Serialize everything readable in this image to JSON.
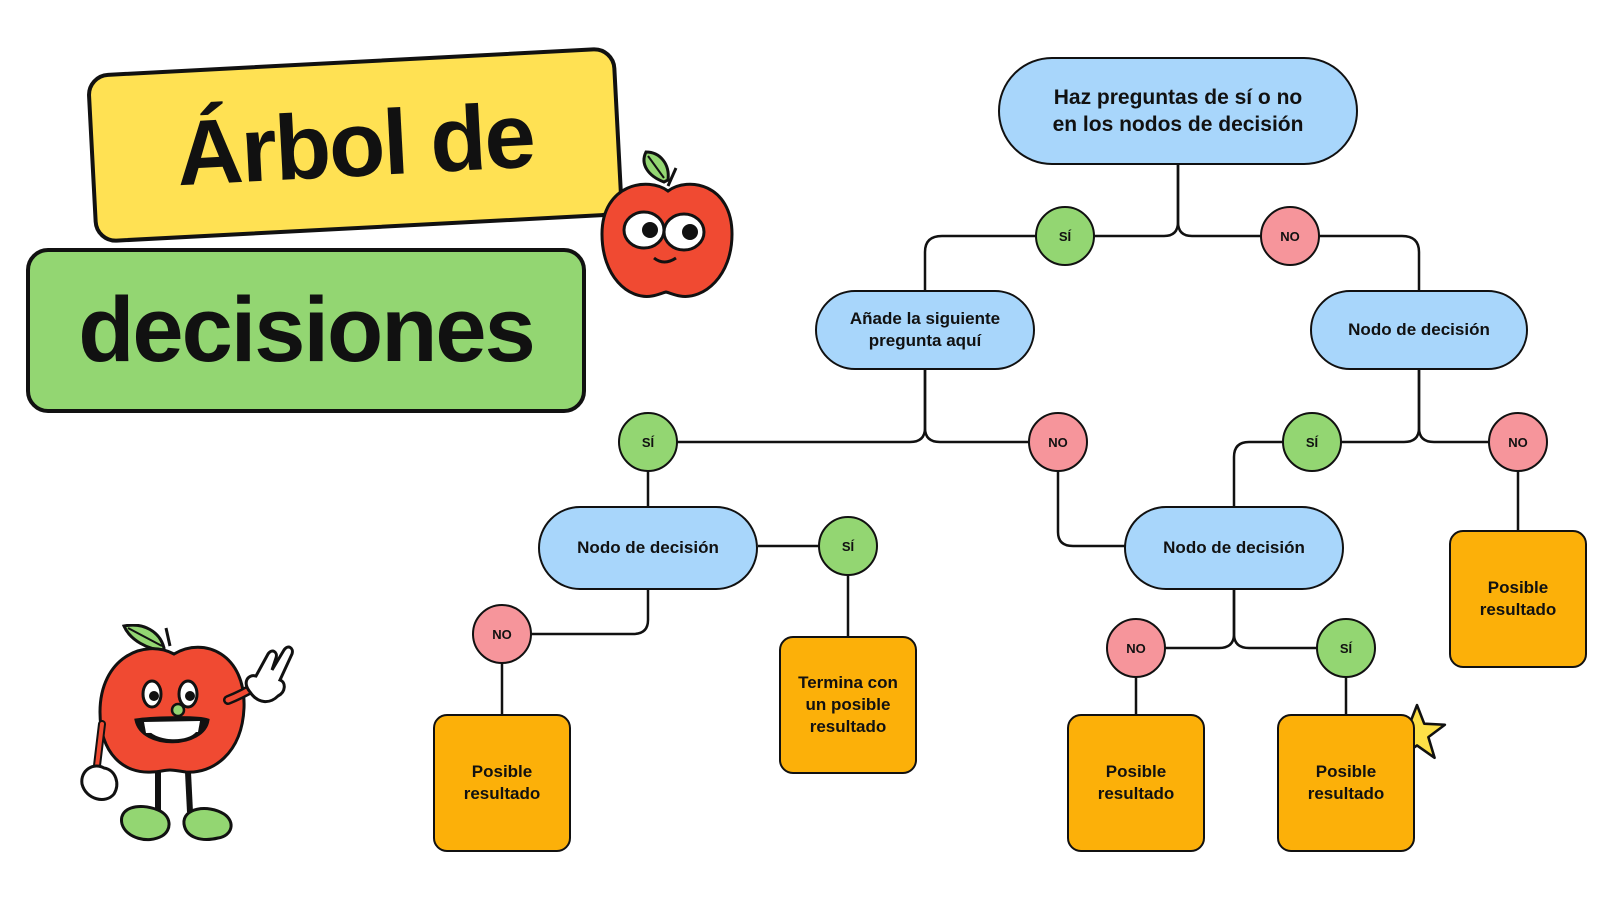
{
  "title": {
    "line1": "Árbol de",
    "line2": "decisiones"
  },
  "nodes": {
    "root": [
      "Haz preguntas de sí o no",
      "en los nodos de decisión"
    ],
    "left_question": [
      "Añade la siguiente",
      "pregunta aquí"
    ],
    "right_question": [
      "Nodo de decisión"
    ],
    "left_mid": [
      "Nodo de decisión"
    ],
    "center_mid": [
      "Nodo de decisión"
    ]
  },
  "results": {
    "r1": [
      "Posible",
      "resultado"
    ],
    "r2": [
      "Termina con",
      "un posible",
      "resultado"
    ],
    "r3": [
      "Posible",
      "resultado"
    ],
    "r4": [
      "Posible",
      "resultado"
    ],
    "r5": [
      "Posible",
      "resultado"
    ]
  },
  "badges": {
    "yes": "SÍ",
    "no": "NO"
  },
  "colors": {
    "title_yellow": "#ffe153",
    "title_green": "#93d672",
    "question_blue": "#a8d6fb",
    "result_orange": "#fcb009",
    "yes_green": "#93d672",
    "no_pink": "#f6959b",
    "apple_red": "#f04a32",
    "star_yellow": "#fde047"
  },
  "icons": {
    "apple_peeking": "apple-character-icon",
    "apple_waving": "apple-mascot-icon",
    "star": "star-icon"
  }
}
